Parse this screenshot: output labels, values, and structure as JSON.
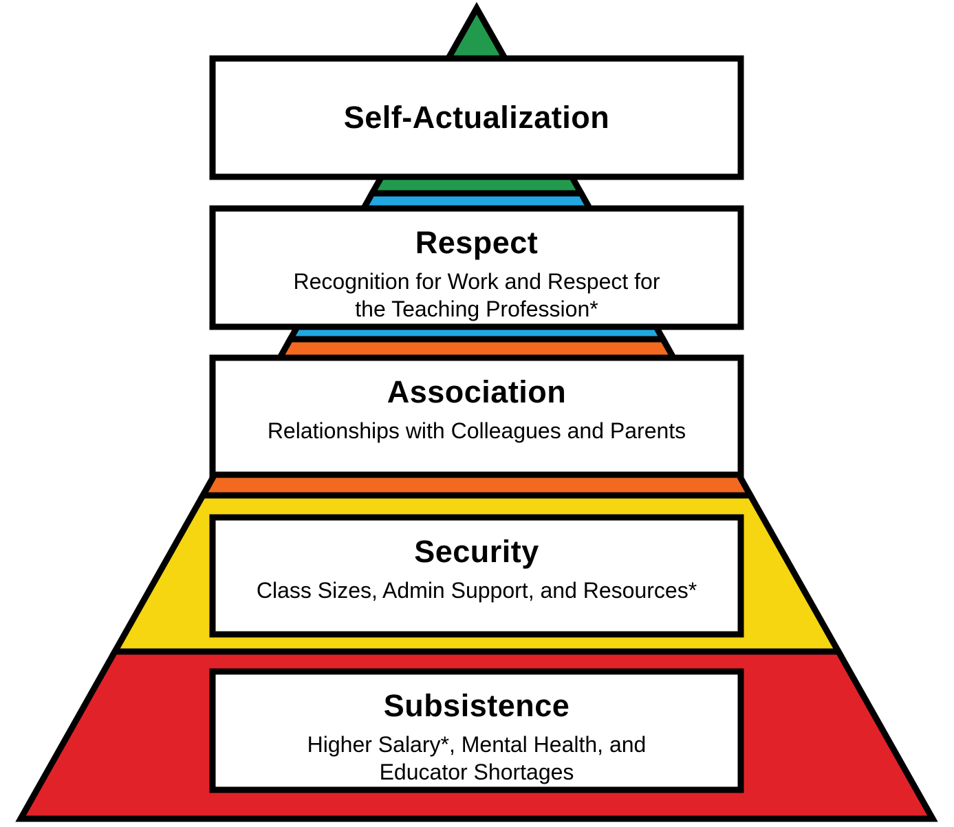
{
  "diagram": {
    "type": "pyramid-hierarchy",
    "outline_color": "#000000",
    "box_fill": "#ffffff",
    "levels": [
      {
        "title": "Self-Actualization",
        "subtitle_lines": [],
        "color": "#229a4d"
      },
      {
        "title": "Respect",
        "subtitle_lines": [
          "Recognition for Work and Respect for",
          "the Teaching Profession*"
        ],
        "color": "#21a7e2"
      },
      {
        "title": "Association",
        "subtitle_lines": [
          "Relationships with Colleagues and Parents"
        ],
        "color": "#f2691f"
      },
      {
        "title": "Security",
        "subtitle_lines": [
          "Class Sizes, Admin Support, and Resources*"
        ],
        "color": "#f6d511"
      },
      {
        "title": "Subsistence",
        "subtitle_lines": [
          "Higher Salary*, Mental Health, and",
          "Educator Shortages"
        ],
        "color": "#e22229"
      }
    ]
  }
}
